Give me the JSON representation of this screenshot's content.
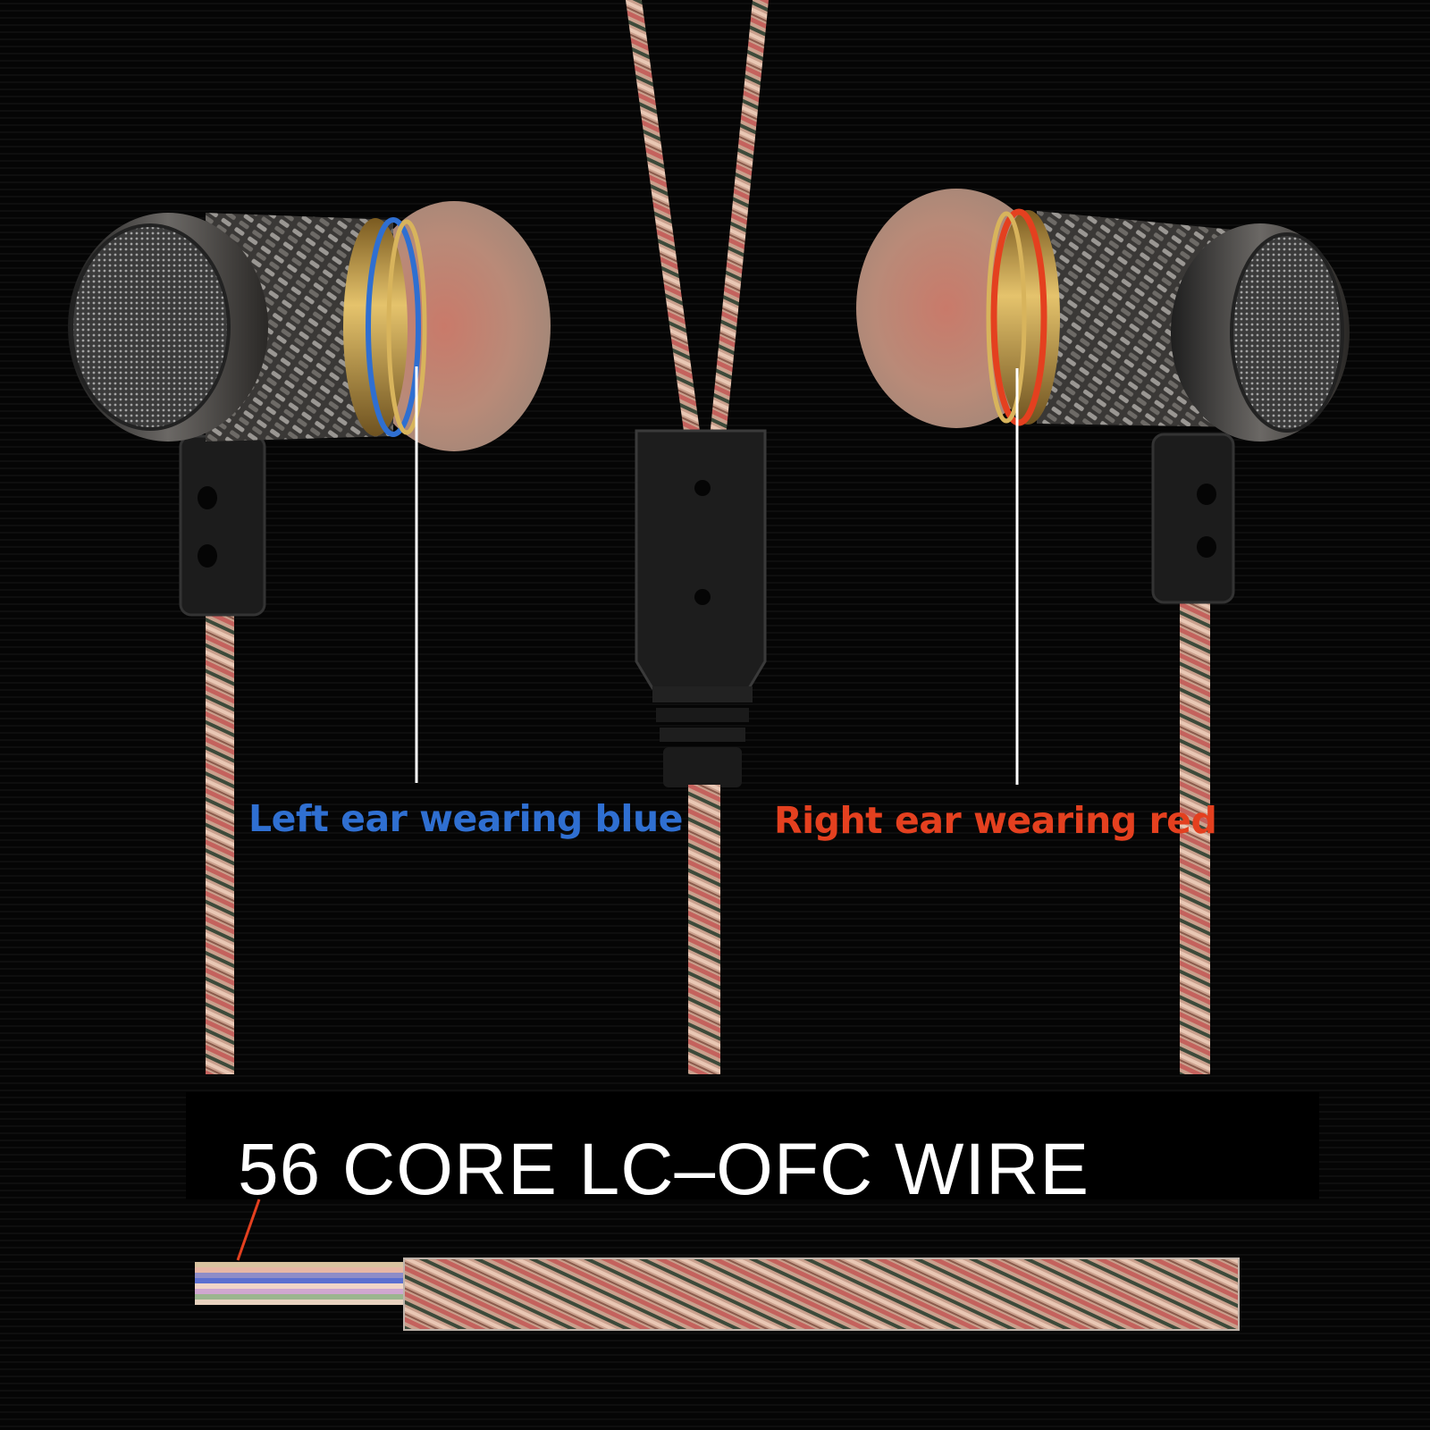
{
  "labels": {
    "left_ear": "Left ear wearing blue",
    "right_ear": "Right ear wearing red",
    "wire": "56 CORE LC–OFC WIRE"
  },
  "colors": {
    "background": "#050505",
    "left_ring": "#2f6fd1",
    "right_ring": "#e4401f",
    "gold_ring": "#c9a04a",
    "cable_pink": "#c9897a",
    "housing_dark": "#4a4744"
  }
}
